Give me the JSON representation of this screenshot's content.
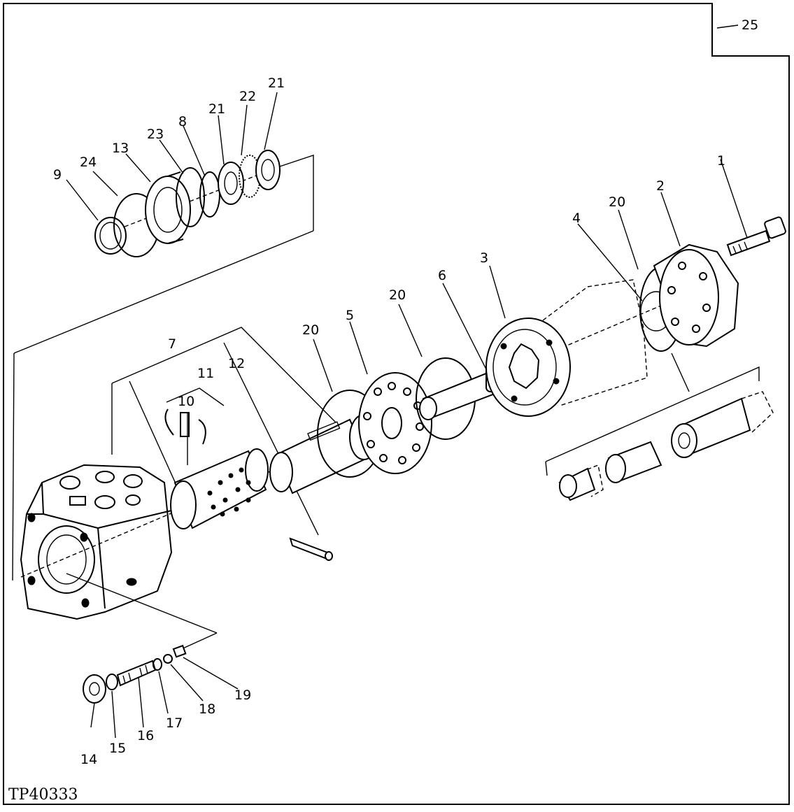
{
  "figure": {
    "id_label": "TP40333",
    "assembly_callout": "25"
  },
  "callouts": {
    "c1": "1",
    "c2": "2",
    "c3": "3",
    "c4": "4",
    "c5": "5",
    "c6": "6",
    "c7": "7",
    "c8": "8",
    "c9": "9",
    "c10": "10",
    "c11": "11",
    "c12": "12",
    "c13": "13",
    "c14": "14",
    "c15": "15",
    "c16": "16",
    "c17": "17",
    "c18": "18",
    "c19": "19",
    "c20a": "20",
    "c20b": "20",
    "c20c": "20",
    "c21a": "21",
    "c21b": "21",
    "c22": "22",
    "c23": "23",
    "c24": "24"
  }
}
